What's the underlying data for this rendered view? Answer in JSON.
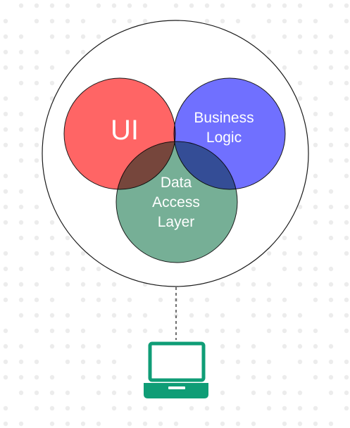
{
  "diagram": {
    "circles": {
      "ui": {
        "label": "UI",
        "color": "#ff5f5f"
      },
      "business_logic": {
        "label_lines": [
          "Business",
          "Logic"
        ],
        "color": "#6a6aff"
      },
      "data_access": {
        "label_lines": [
          "Data",
          "Access",
          "Layer"
        ],
        "color": "#6aa88d"
      }
    },
    "outer_circle_stroke": "#1a1a1a",
    "connector_style": "dashed",
    "laptop_icon": {
      "icon": "laptop-icon",
      "color": "#0f9d76"
    },
    "background_pattern": "dot-grid",
    "dot_color": "#ececec"
  }
}
